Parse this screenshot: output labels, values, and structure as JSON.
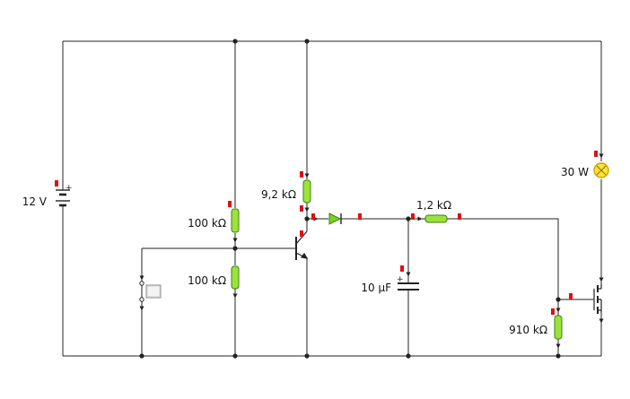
{
  "colors": {
    "wire": "#222222",
    "resistor_fill": "#9be33a",
    "resistor_stroke": "#3f7d14",
    "diode_fill": "#7ed321",
    "lamp_fill": "#ffe23a",
    "lamp_stroke": "#c9a400",
    "meter_marker": "#dd1111",
    "switch_fill": "#e4e4e4",
    "switch_stroke": "#8c8c8c"
  },
  "components": {
    "battery": {
      "label": "12 V",
      "polarity": "+"
    },
    "r_bias_top": {
      "label": "100 kΩ"
    },
    "r_bias_bottom": {
      "label": "100 kΩ"
    },
    "r_collector": {
      "label": "9,2 kΩ"
    },
    "r_series": {
      "label": "1,2 kΩ"
    },
    "capacitor": {
      "label": "10 µF",
      "polarity": "+"
    },
    "r_gate": {
      "label": "910 kΩ"
    },
    "lamp": {
      "label": "30 W"
    }
  },
  "icons": [
    "battery-icon",
    "resistor-icon",
    "npn-transistor-icon",
    "diode-icon",
    "capacitor-icon",
    "lamp-icon",
    "mosfet-icon",
    "switch-icon",
    "current-meter-icon"
  ]
}
